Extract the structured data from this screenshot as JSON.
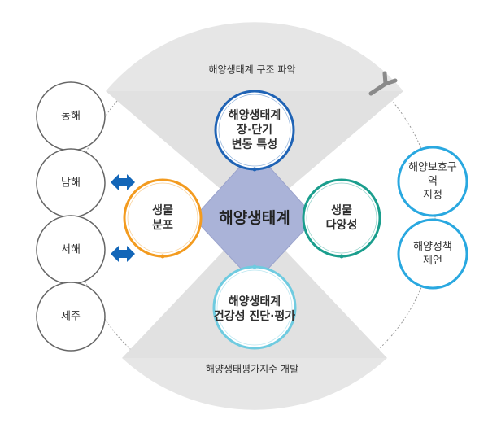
{
  "colors": {
    "center_fill": "#aab3d8",
    "bowtie_fill": "#e1e1e1",
    "top_ring": "#1f63b5",
    "left_ring": "#f39b1f",
    "right_ring": "#1a9e8d",
    "bottom_ring": "#6fcbe0",
    "sea_ring": "#666666",
    "policy_ring": "#29a8e0",
    "arrow_fill": "#1366b8",
    "dashed_ring": "#999999"
  },
  "arc": {
    "top_label": "해양생태계 구조 파악",
    "bottom_label": "해양생태평가지수 개발"
  },
  "center": {
    "label": "해양생태계"
  },
  "nodes": {
    "top": "해양생태계\n장·단기\n변동 특성",
    "left": "생물\n분포",
    "right": "생물\n다양성",
    "bottom": "해양생태계\n건강성 진단·평가"
  },
  "seas": [
    "동해",
    "남해",
    "서해",
    "제주"
  ],
  "policy": [
    "해양보호구역\n지정",
    "해양정책\n제언"
  ]
}
